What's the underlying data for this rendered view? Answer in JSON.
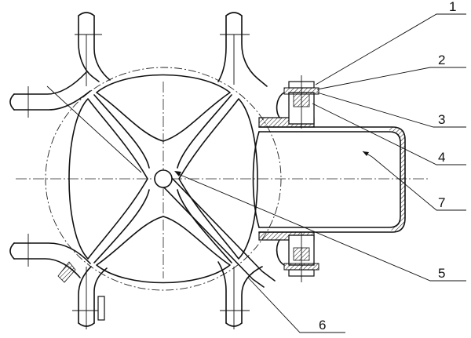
{
  "callouts": [
    "1",
    "2",
    "3",
    "4",
    "7",
    "5",
    "6"
  ],
  "colors": {
    "line": "#111111",
    "background": "#ffffff"
  }
}
